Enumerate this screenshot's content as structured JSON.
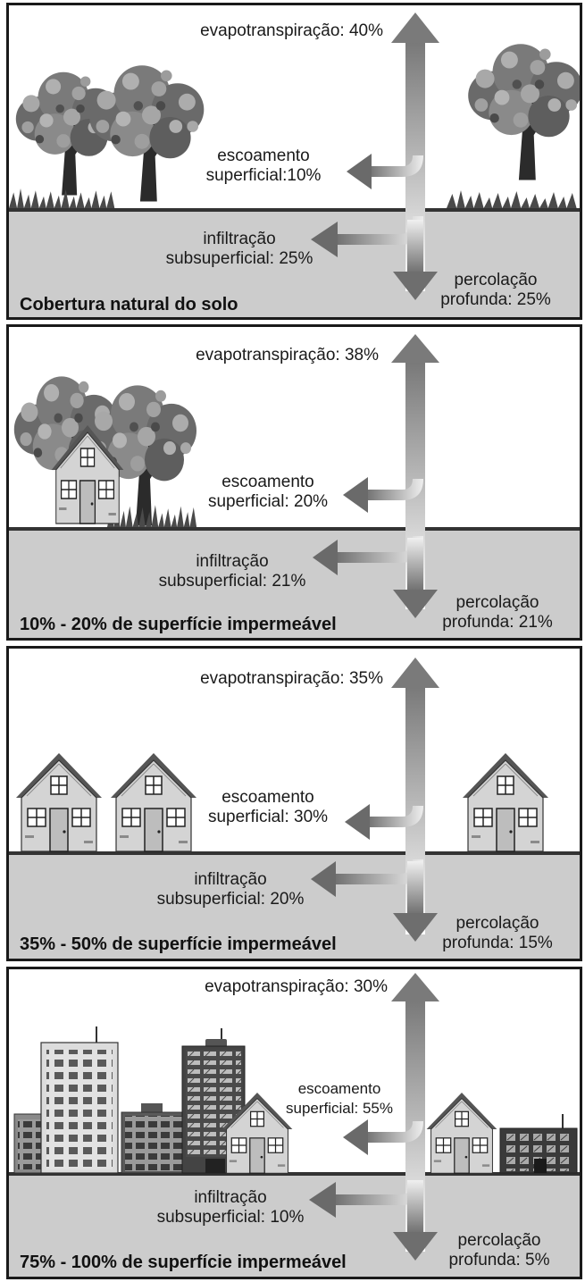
{
  "panels": [
    {
      "caption": "Cobertura natural do solo",
      "evapotranspiracao": "evapotranspiração: 40%",
      "escoamento_1": "escoamento",
      "escoamento_2": "superficial:10%",
      "infiltracao_1": "infiltração",
      "infiltracao_2": "subsuperficial: 25%",
      "percolacao_1": "percolação",
      "percolacao_2": "profunda: 25%"
    },
    {
      "caption": "10% - 20% de superfície impermeável",
      "evapotranspiracao": "evapotranspiração: 38%",
      "escoamento_1": "escoamento",
      "escoamento_2": "superficial: 20%",
      "infiltracao_1": "infiltração",
      "infiltracao_2": "subsuperficial: 21%",
      "percolacao_1": "percolação",
      "percolacao_2": "profunda: 21%"
    },
    {
      "caption": "35% - 50% de superfície impermeável",
      "evapotranspiracao": "evapotranspiração: 35%",
      "escoamento_1": "escoamento",
      "escoamento_2": "superficial: 30%",
      "infiltracao_1": "infiltração",
      "infiltracao_2": "subsuperficial: 20%",
      "percolacao_1": "percolação",
      "percolacao_2": "profunda: 15%"
    },
    {
      "caption": "75% - 100% de superfície impermeável",
      "evapotranspiracao": "evapotranspiração: 30%",
      "escoamento_1": "escoamento",
      "escoamento_2": "superficial: 55%",
      "infiltracao_1": "infiltração",
      "infiltracao_2": "subsuperficial: 10%",
      "percolacao_1": "percolação",
      "percolacao_2": "profunda: 5%"
    }
  ],
  "colors": {
    "soil": "#cccccc",
    "ground_line": "#333333",
    "tree_dark": "#555555",
    "tree_light": "#9a9a9a",
    "house_wall": "#d6d6d6",
    "arrow": "#7a7a7a"
  }
}
